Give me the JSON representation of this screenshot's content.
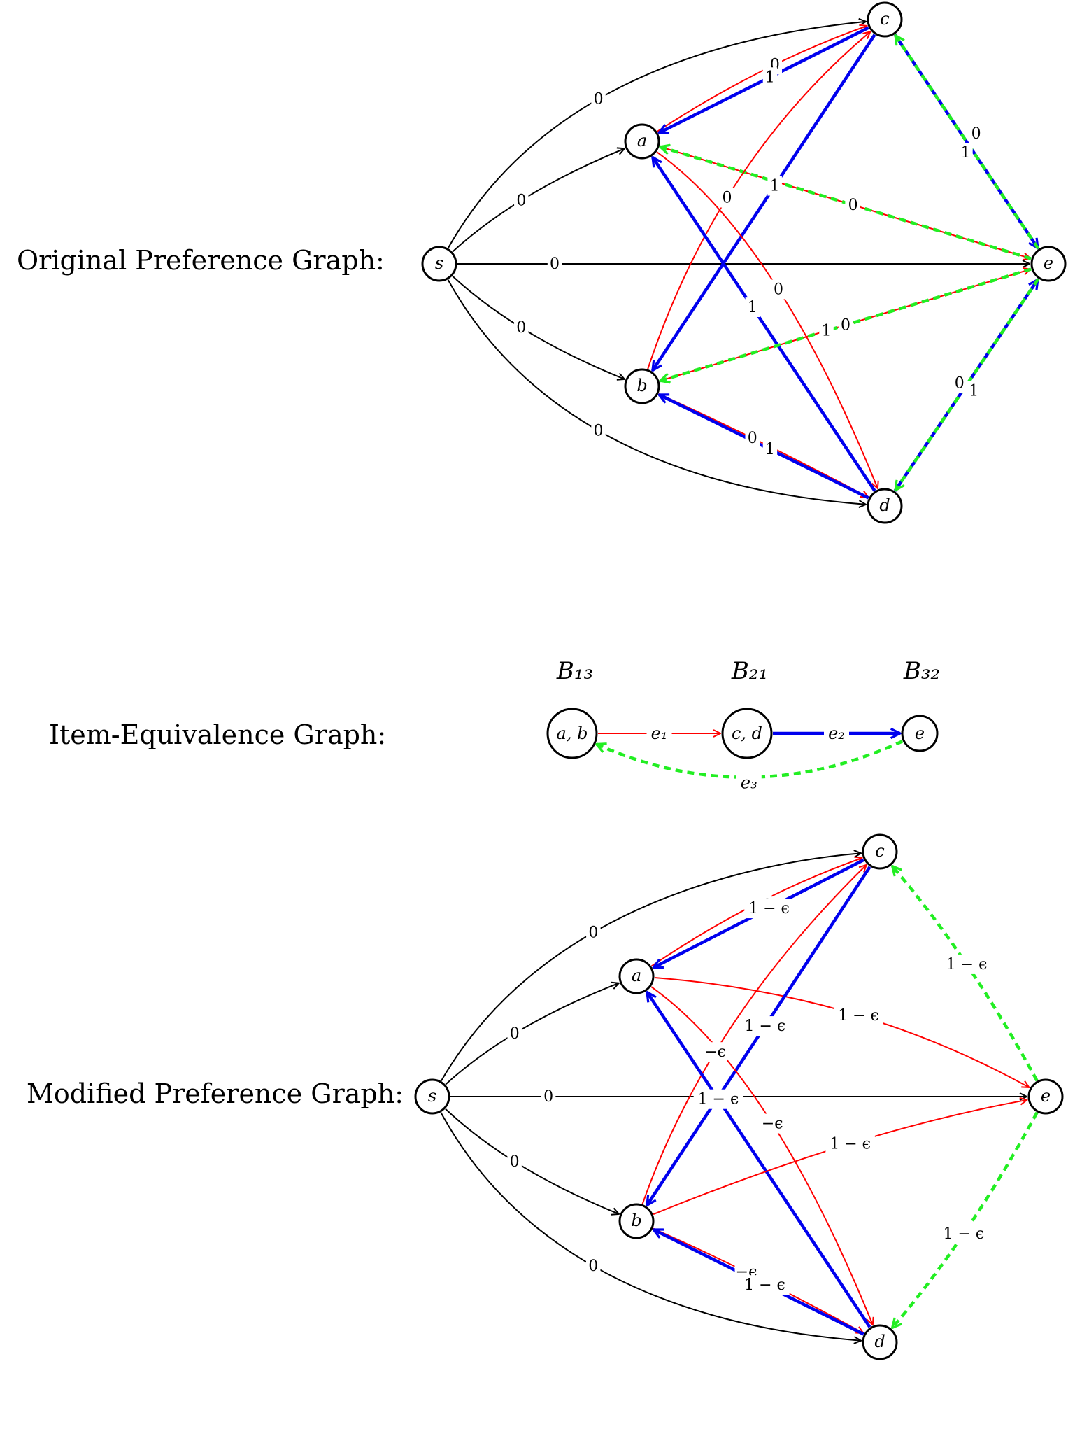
{
  "labels": {
    "original": "Original Preference Graph:",
    "equivalence": "Item-Equivalence Graph:",
    "modified": "Modified Preference Graph:"
  },
  "colors": {
    "black": "#000000",
    "red": "#ff0000",
    "blue": "#0000ee",
    "green": "#22ee22"
  },
  "graphs": [
    {
      "id": "original",
      "nodes": [
        {
          "id": "s",
          "label": "s"
        },
        {
          "id": "a",
          "label": "a"
        },
        {
          "id": "b",
          "label": "b"
        },
        {
          "id": "c",
          "label": "c"
        },
        {
          "id": "d",
          "label": "d"
        },
        {
          "id": "e",
          "label": "e"
        }
      ],
      "edges": [
        {
          "from": "s",
          "to": "c",
          "color": "black",
          "label": "0"
        },
        {
          "from": "s",
          "to": "a",
          "color": "black",
          "label": "0"
        },
        {
          "from": "s",
          "to": "e",
          "color": "black",
          "label": "0"
        },
        {
          "from": "s",
          "to": "b",
          "color": "black",
          "label": "0"
        },
        {
          "from": "s",
          "to": "d",
          "color": "black",
          "label": "0"
        },
        {
          "from": "a",
          "to": "c",
          "color": "red",
          "label": "0"
        },
        {
          "from": "c",
          "to": "a",
          "color": "blue",
          "label": "1"
        },
        {
          "from": "a",
          "to": "e",
          "color": "red",
          "label": "1"
        },
        {
          "from": "e",
          "to": "a",
          "color": "green",
          "label": "0"
        },
        {
          "from": "b",
          "to": "c",
          "color": "red",
          "label": "0"
        },
        {
          "from": "c",
          "to": "b",
          "color": "blue",
          "label": "1"
        },
        {
          "from": "a",
          "to": "d",
          "color": "red",
          "label": "0"
        },
        {
          "from": "d",
          "to": "a",
          "color": "blue",
          "label": "1"
        },
        {
          "from": "b",
          "to": "e",
          "color": "red",
          "label": "1"
        },
        {
          "from": "e",
          "to": "b",
          "color": "green",
          "label": "0"
        },
        {
          "from": "b",
          "to": "d",
          "color": "red",
          "label": "0"
        },
        {
          "from": "d",
          "to": "b",
          "color": "blue",
          "label": "1"
        },
        {
          "from": "c",
          "to": "e",
          "color": "blue",
          "label": "0"
        },
        {
          "from": "e",
          "to": "c",
          "color": "green",
          "label": "1"
        },
        {
          "from": "d",
          "to": "e",
          "color": "blue",
          "label": "0"
        },
        {
          "from": "e",
          "to": "d",
          "color": "green",
          "label": "1"
        }
      ]
    },
    {
      "id": "modified",
      "nodes": [
        {
          "id": "s",
          "label": "s"
        },
        {
          "id": "a",
          "label": "a"
        },
        {
          "id": "b",
          "label": "b"
        },
        {
          "id": "c",
          "label": "c"
        },
        {
          "id": "d",
          "label": "d"
        },
        {
          "id": "e",
          "label": "e"
        }
      ],
      "edges": [
        {
          "from": "s",
          "to": "c",
          "color": "black",
          "label": "0"
        },
        {
          "from": "s",
          "to": "a",
          "color": "black",
          "label": "0"
        },
        {
          "from": "s",
          "to": "e",
          "color": "black",
          "label": "0"
        },
        {
          "from": "s",
          "to": "b",
          "color": "black",
          "label": "0"
        },
        {
          "from": "s",
          "to": "d",
          "color": "black",
          "label": "0"
        },
        {
          "from": "a",
          "to": "c",
          "color": "red",
          "label": "−ϵ"
        },
        {
          "from": "c",
          "to": "a",
          "color": "blue",
          "label": "1 − ϵ"
        },
        {
          "from": "a",
          "to": "e",
          "color": "red",
          "label": "1 − ϵ"
        },
        {
          "from": "b",
          "to": "c",
          "color": "red",
          "label": "−ϵ"
        },
        {
          "from": "c",
          "to": "b",
          "color": "blue",
          "label": "1 − ϵ"
        },
        {
          "from": "a",
          "to": "d",
          "color": "red",
          "label": "−ϵ"
        },
        {
          "from": "d",
          "to": "a",
          "color": "blue",
          "label": "1 − ϵ"
        },
        {
          "from": "b",
          "to": "e",
          "color": "red",
          "label": "1 − ϵ"
        },
        {
          "from": "b",
          "to": "d",
          "color": "red",
          "label": "−ϵ"
        },
        {
          "from": "d",
          "to": "b",
          "color": "blue",
          "label": "1 − ϵ"
        },
        {
          "from": "e",
          "to": "c",
          "color": "green",
          "label": "1 − ϵ"
        },
        {
          "from": "e",
          "to": "d",
          "color": "green",
          "label": "1 − ϵ"
        }
      ]
    }
  ],
  "equivalence": {
    "blocks": [
      {
        "id": "ab",
        "title": "B₁₃",
        "label": "a, b"
      },
      {
        "id": "cd",
        "title": "B₂₁",
        "label": "c, d"
      },
      {
        "id": "e",
        "title": "B₃₂",
        "label": "e"
      }
    ],
    "edges": [
      {
        "from": "ab",
        "to": "cd",
        "color": "red",
        "label": "e₁"
      },
      {
        "from": "cd",
        "to": "e",
        "color": "blue",
        "label": "e₂"
      },
      {
        "from": "e",
        "to": "ab",
        "color": "green",
        "label": "e₃"
      }
    ]
  }
}
